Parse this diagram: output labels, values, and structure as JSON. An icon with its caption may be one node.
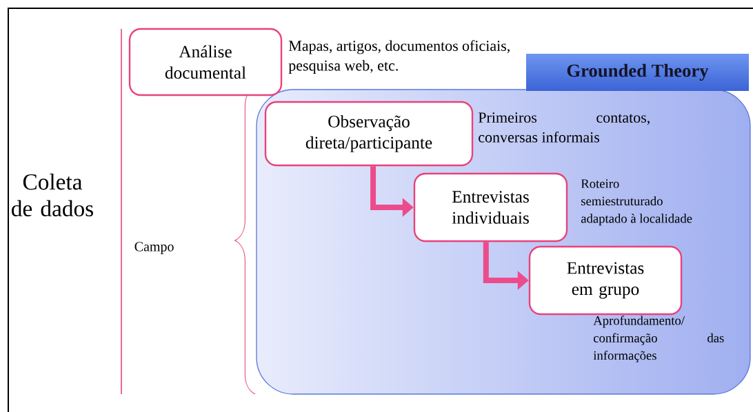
{
  "diagram": {
    "nodes": [
      {
        "text": [
          "Grounded Theory"
        ]
      },
      {
        "text": [
          "Análise documental"
        ],
        "beside": [
          "Mapas, artigos, documentos oficiais, pesquisa web, etc."
        ]
      },
      {
        "text": [
          "Observação direta/participante"
        ],
        "in": 0,
        "beside": [
          "Primeiros contatos, conversas informais"
        ]
      },
      {
        "text": [
          "Entrevistas individuais"
        ],
        "in": 0,
        "beside": [
          "Roteiro semiestruturado adaptado à localidade"
        ]
      },
      {
        "text": [
          "Entrevistas em grupo"
        ],
        "in": 0,
        "beside": [
          "Aprofundamento/ confirmação das informações"
        ]
      }
    ],
    "edges": [
      {
        "from": 2,
        "to": 3,
        "arrow": "to"
      },
      {
        "from": 3,
        "to": 4,
        "arrow": "to"
      }
    ],
    "labels": [
      "Coleta de dados",
      "Campo"
    ]
  }
}
